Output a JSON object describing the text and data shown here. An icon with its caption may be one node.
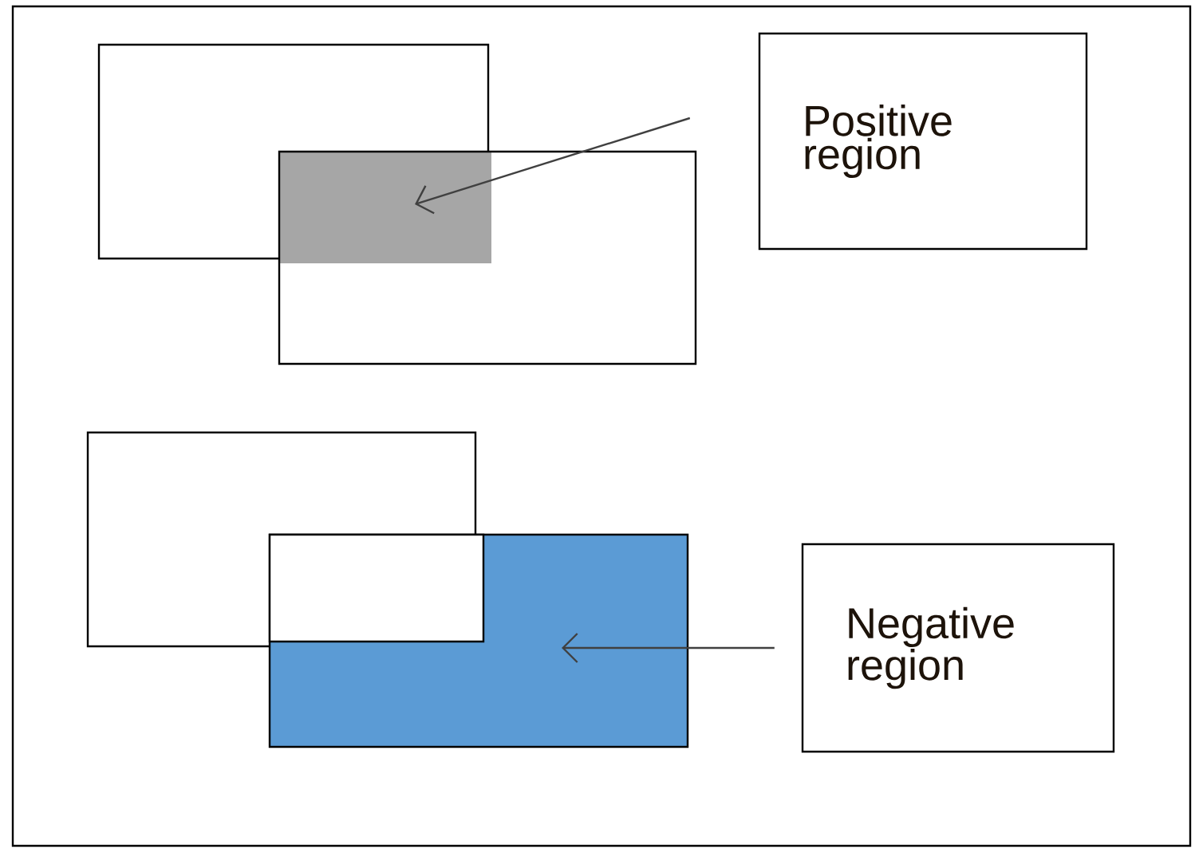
{
  "diagram": {
    "nodes": [
      {
        "text": [
          "Positive region"
        ]
      },
      {
        "text": [],
        "shape": "box"
      },
      {
        "text": [
          "Negative region"
        ]
      },
      {
        "text": [],
        "shape": "box"
      }
    ],
    "edges": [
      {
        "from": 0,
        "to": 1,
        "arrow": "to"
      },
      {
        "from": 2,
        "to": 3,
        "arrow": "to"
      }
    ]
  }
}
